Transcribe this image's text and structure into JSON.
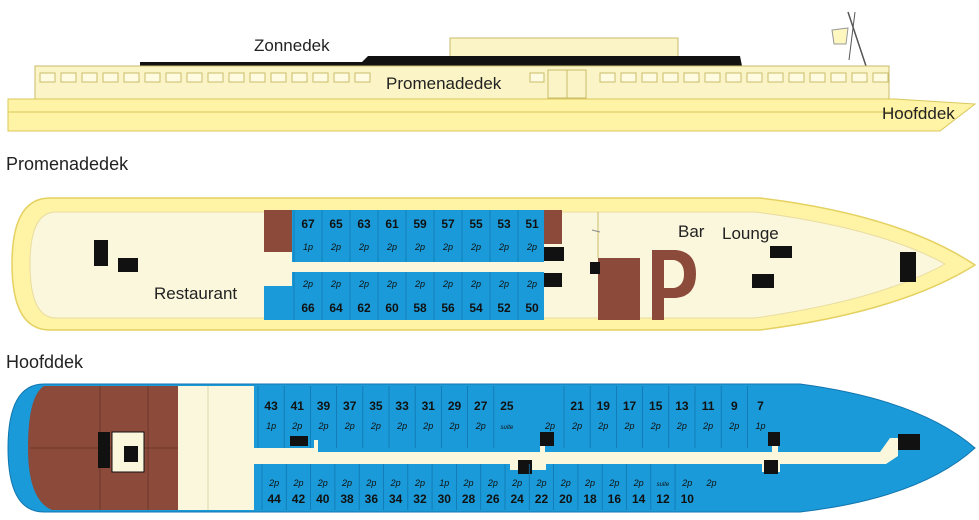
{
  "labels": {
    "zonnedek": "Zonnedek",
    "promenadedek_side": "Promenadedek",
    "hoofddek_side": "Hoofddek",
    "promenadedek_title": "Promenadedek",
    "hoofddek_title": "Hoofddek",
    "restaurant": "Restaurant",
    "bar": "Bar",
    "lounge": "Lounge"
  },
  "colors": {
    "hull": "#fff3a6",
    "hull_edge": "#e8d86a",
    "cream": "#fbf7dc",
    "cabin": "#1a9ad8",
    "cabin_dark": "#1276b0",
    "brown": "#8b4a3a",
    "black": "#111111"
  },
  "promenadedek": {
    "top_numbers": [
      "67",
      "65",
      "63",
      "61",
      "59",
      "57",
      "55",
      "53",
      "51"
    ],
    "top_occupancy": [
      "1p",
      "2p",
      "2p",
      "2p",
      "2p",
      "2p",
      "2p",
      "2p",
      "2p"
    ],
    "bottom_occupancy": [
      "2p",
      "2p",
      "2p",
      "2p",
      "2p",
      "2p",
      "2p",
      "2p",
      "2p"
    ],
    "bottom_numbers": [
      "66",
      "64",
      "62",
      "60",
      "58",
      "56",
      "54",
      "52",
      "50"
    ]
  },
  "hoofddek": {
    "top_left_numbers": [
      "43",
      "41",
      "39",
      "37",
      "35",
      "33",
      "31",
      "29",
      "27",
      "25"
    ],
    "top_left_occupancy": [
      "1p",
      "2p",
      "2p",
      "2p",
      "2p",
      "2p",
      "2p",
      "2p",
      "2p",
      "suite"
    ],
    "top_right_numbers": [
      "21",
      "19",
      "17",
      "15",
      "13",
      "11",
      "9",
      "7"
    ],
    "top_right_occupancy": [
      "2p",
      "2p",
      "2p",
      "2p",
      "2p",
      "2p",
      "2p",
      "1p"
    ],
    "top_mid_occupancy": "2p",
    "bottom_occupancy": [
      "2p",
      "2p",
      "2p",
      "2p",
      "2p",
      "2p",
      "2p",
      "1p",
      "2p",
      "2p",
      "2p",
      "2p",
      "2p",
      "2p",
      "2p",
      "2p",
      "suite",
      "2p"
    ],
    "bottom_numbers": [
      "44",
      "42",
      "40",
      "38",
      "36",
      "34",
      "32",
      "30",
      "28",
      "26",
      "24",
      "22",
      "20",
      "18",
      "16",
      "14",
      "12",
      "10"
    ]
  }
}
